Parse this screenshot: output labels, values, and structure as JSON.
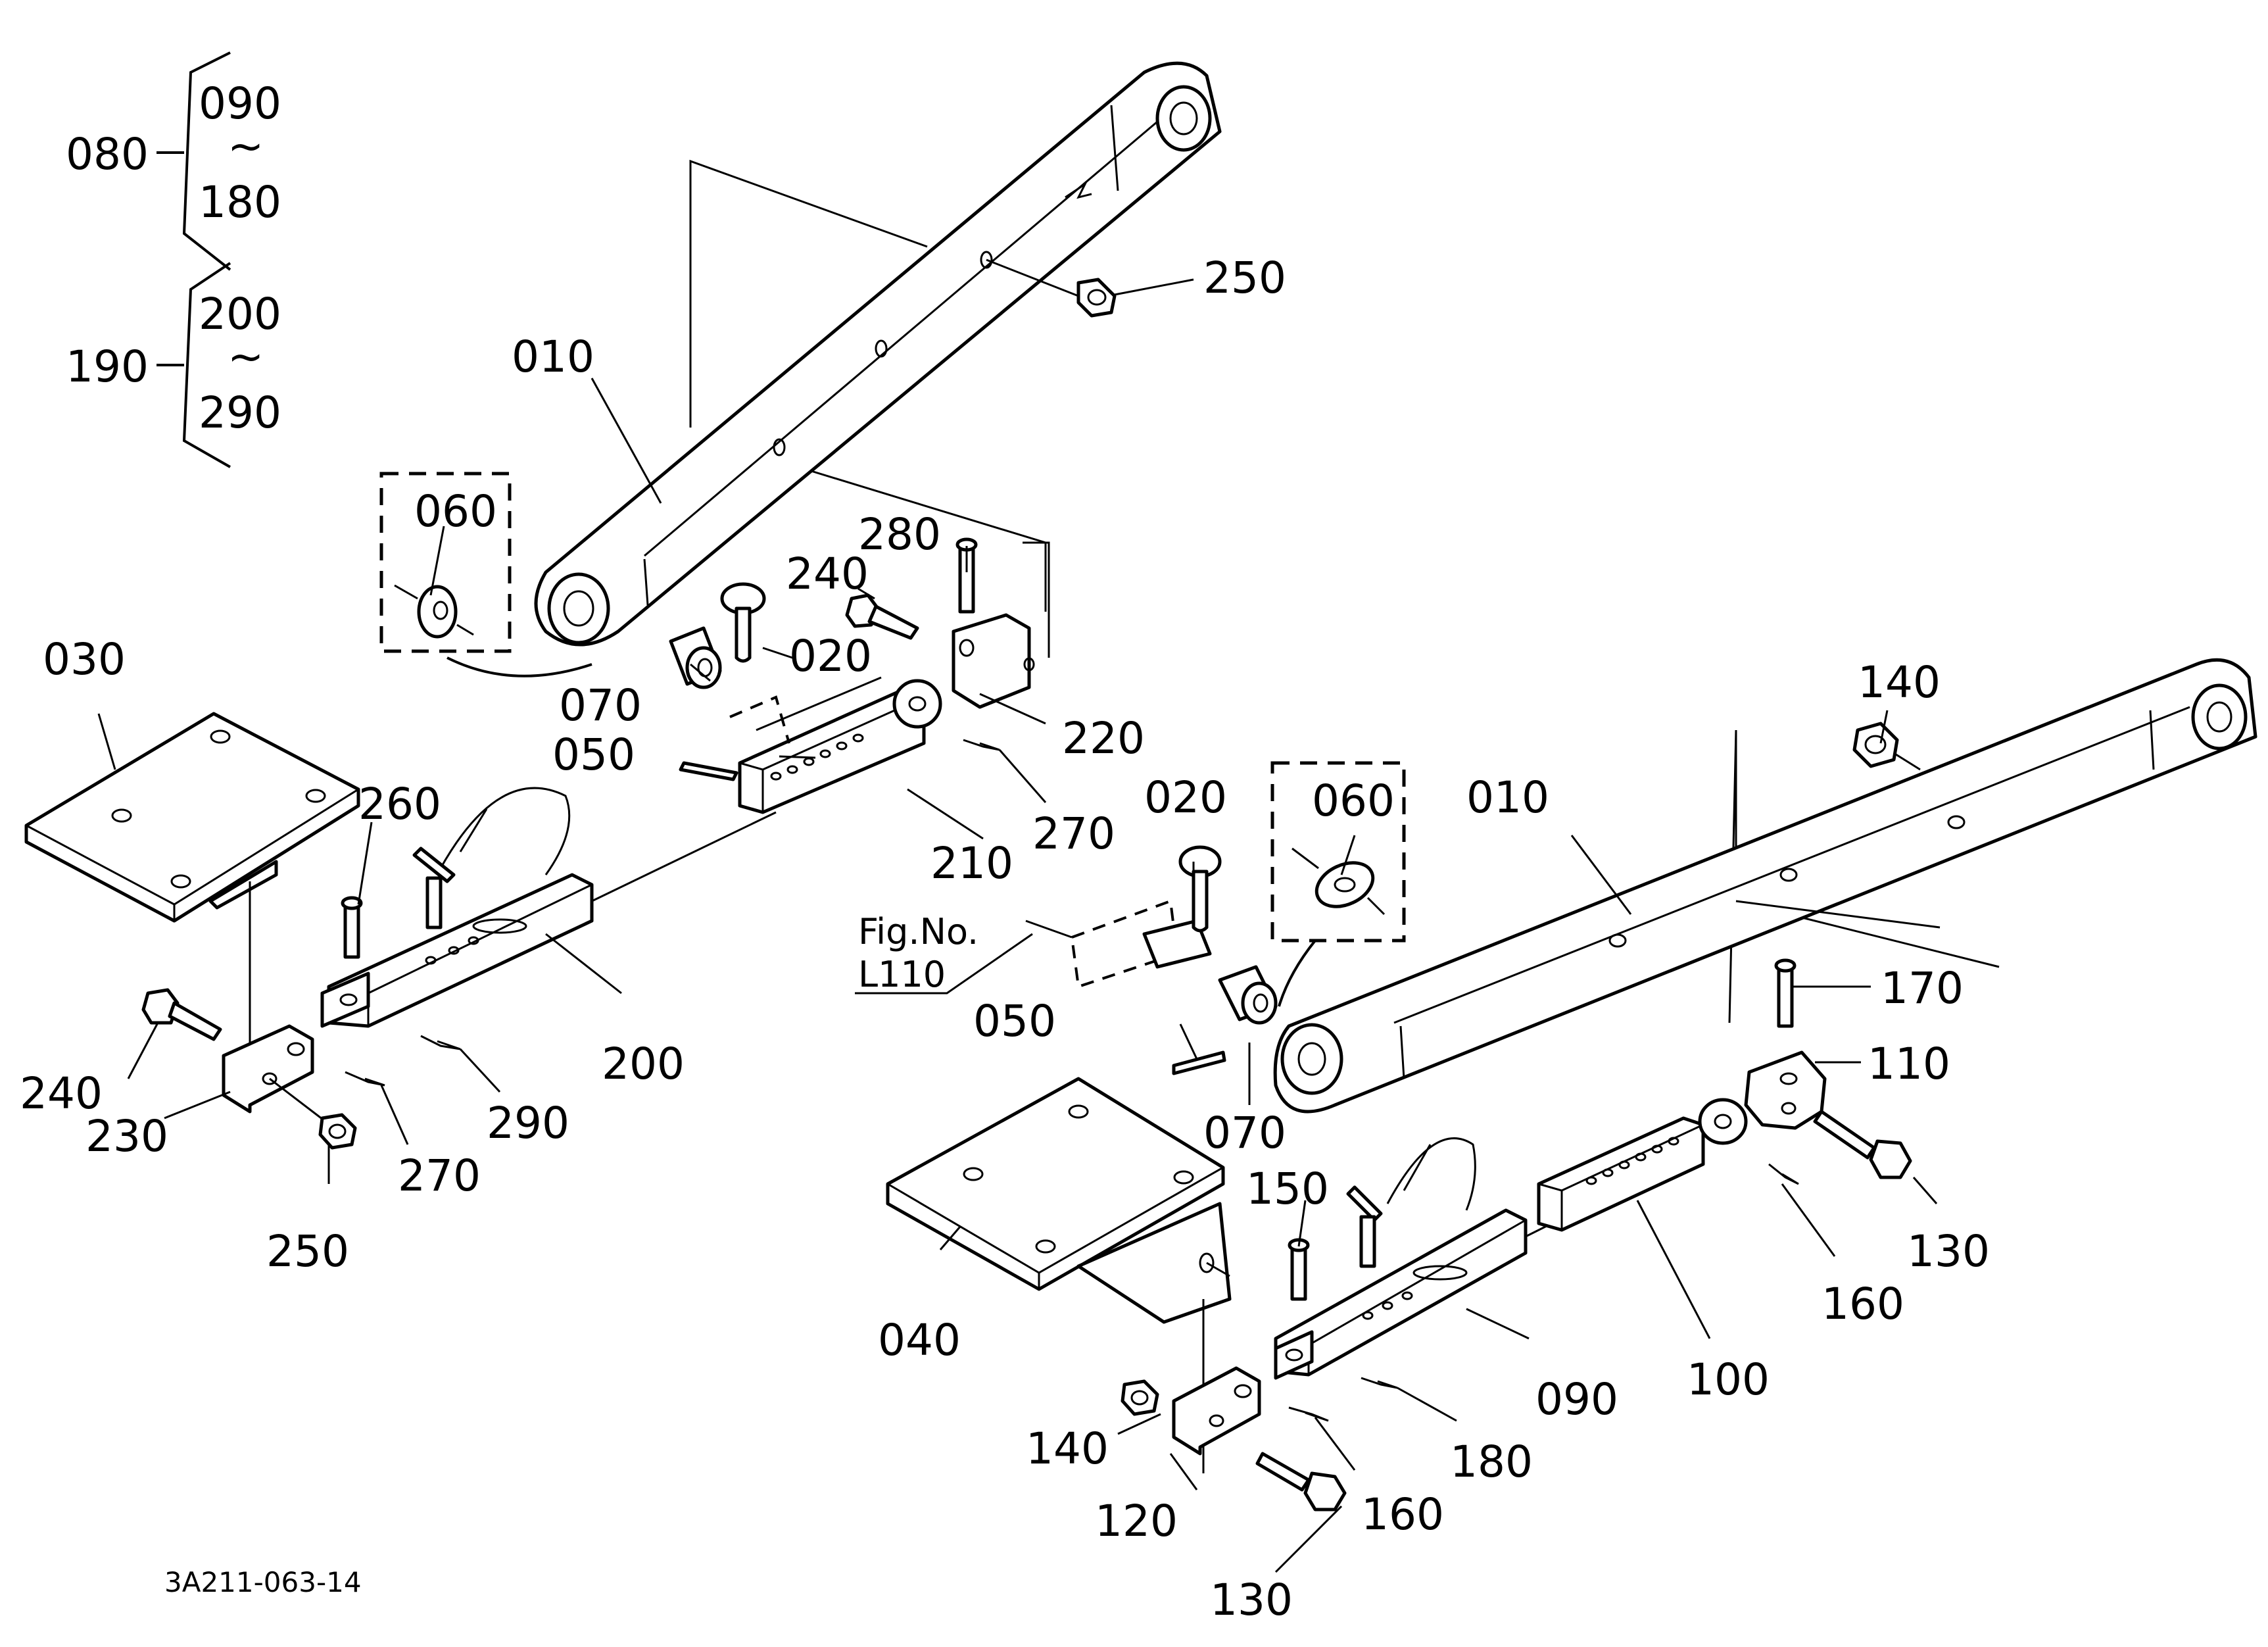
{
  "diagram": {
    "drawing_id": "3A211-063-14",
    "figure_reference": {
      "line1": "Fig.No.",
      "line2": "L110"
    },
    "groups": [
      {
        "label": "080",
        "range_from": "090",
        "range_sep": "~",
        "range_to": "180"
      },
      {
        "label": "190",
        "range_from": "200",
        "range_sep": "~",
        "range_to": "290"
      }
    ],
    "callouts": {
      "c010a": "010",
      "c010b": "010",
      "c020a": "020",
      "c020b": "020",
      "c030": "030",
      "c040": "040",
      "c050a": "050",
      "c050b": "050",
      "c060a": "060",
      "c060b": "060",
      "c070a": "070",
      "c070b": "070",
      "c090": "090",
      "c100": "100",
      "c110": "110",
      "c120": "120",
      "c130a": "130",
      "c130b": "130",
      "c140a": "140",
      "c140b": "140",
      "c150": "150",
      "c160a": "160",
      "c160b": "160",
      "c170": "170",
      "c180": "180",
      "c200": "200",
      "c210": "210",
      "c220": "220",
      "c230": "230",
      "c240a": "240",
      "c240b": "240",
      "c250a": "250",
      "c250b": "250",
      "c260": "260",
      "c270a": "270",
      "c270b": "270",
      "c280": "280",
      "c290": "290"
    }
  }
}
